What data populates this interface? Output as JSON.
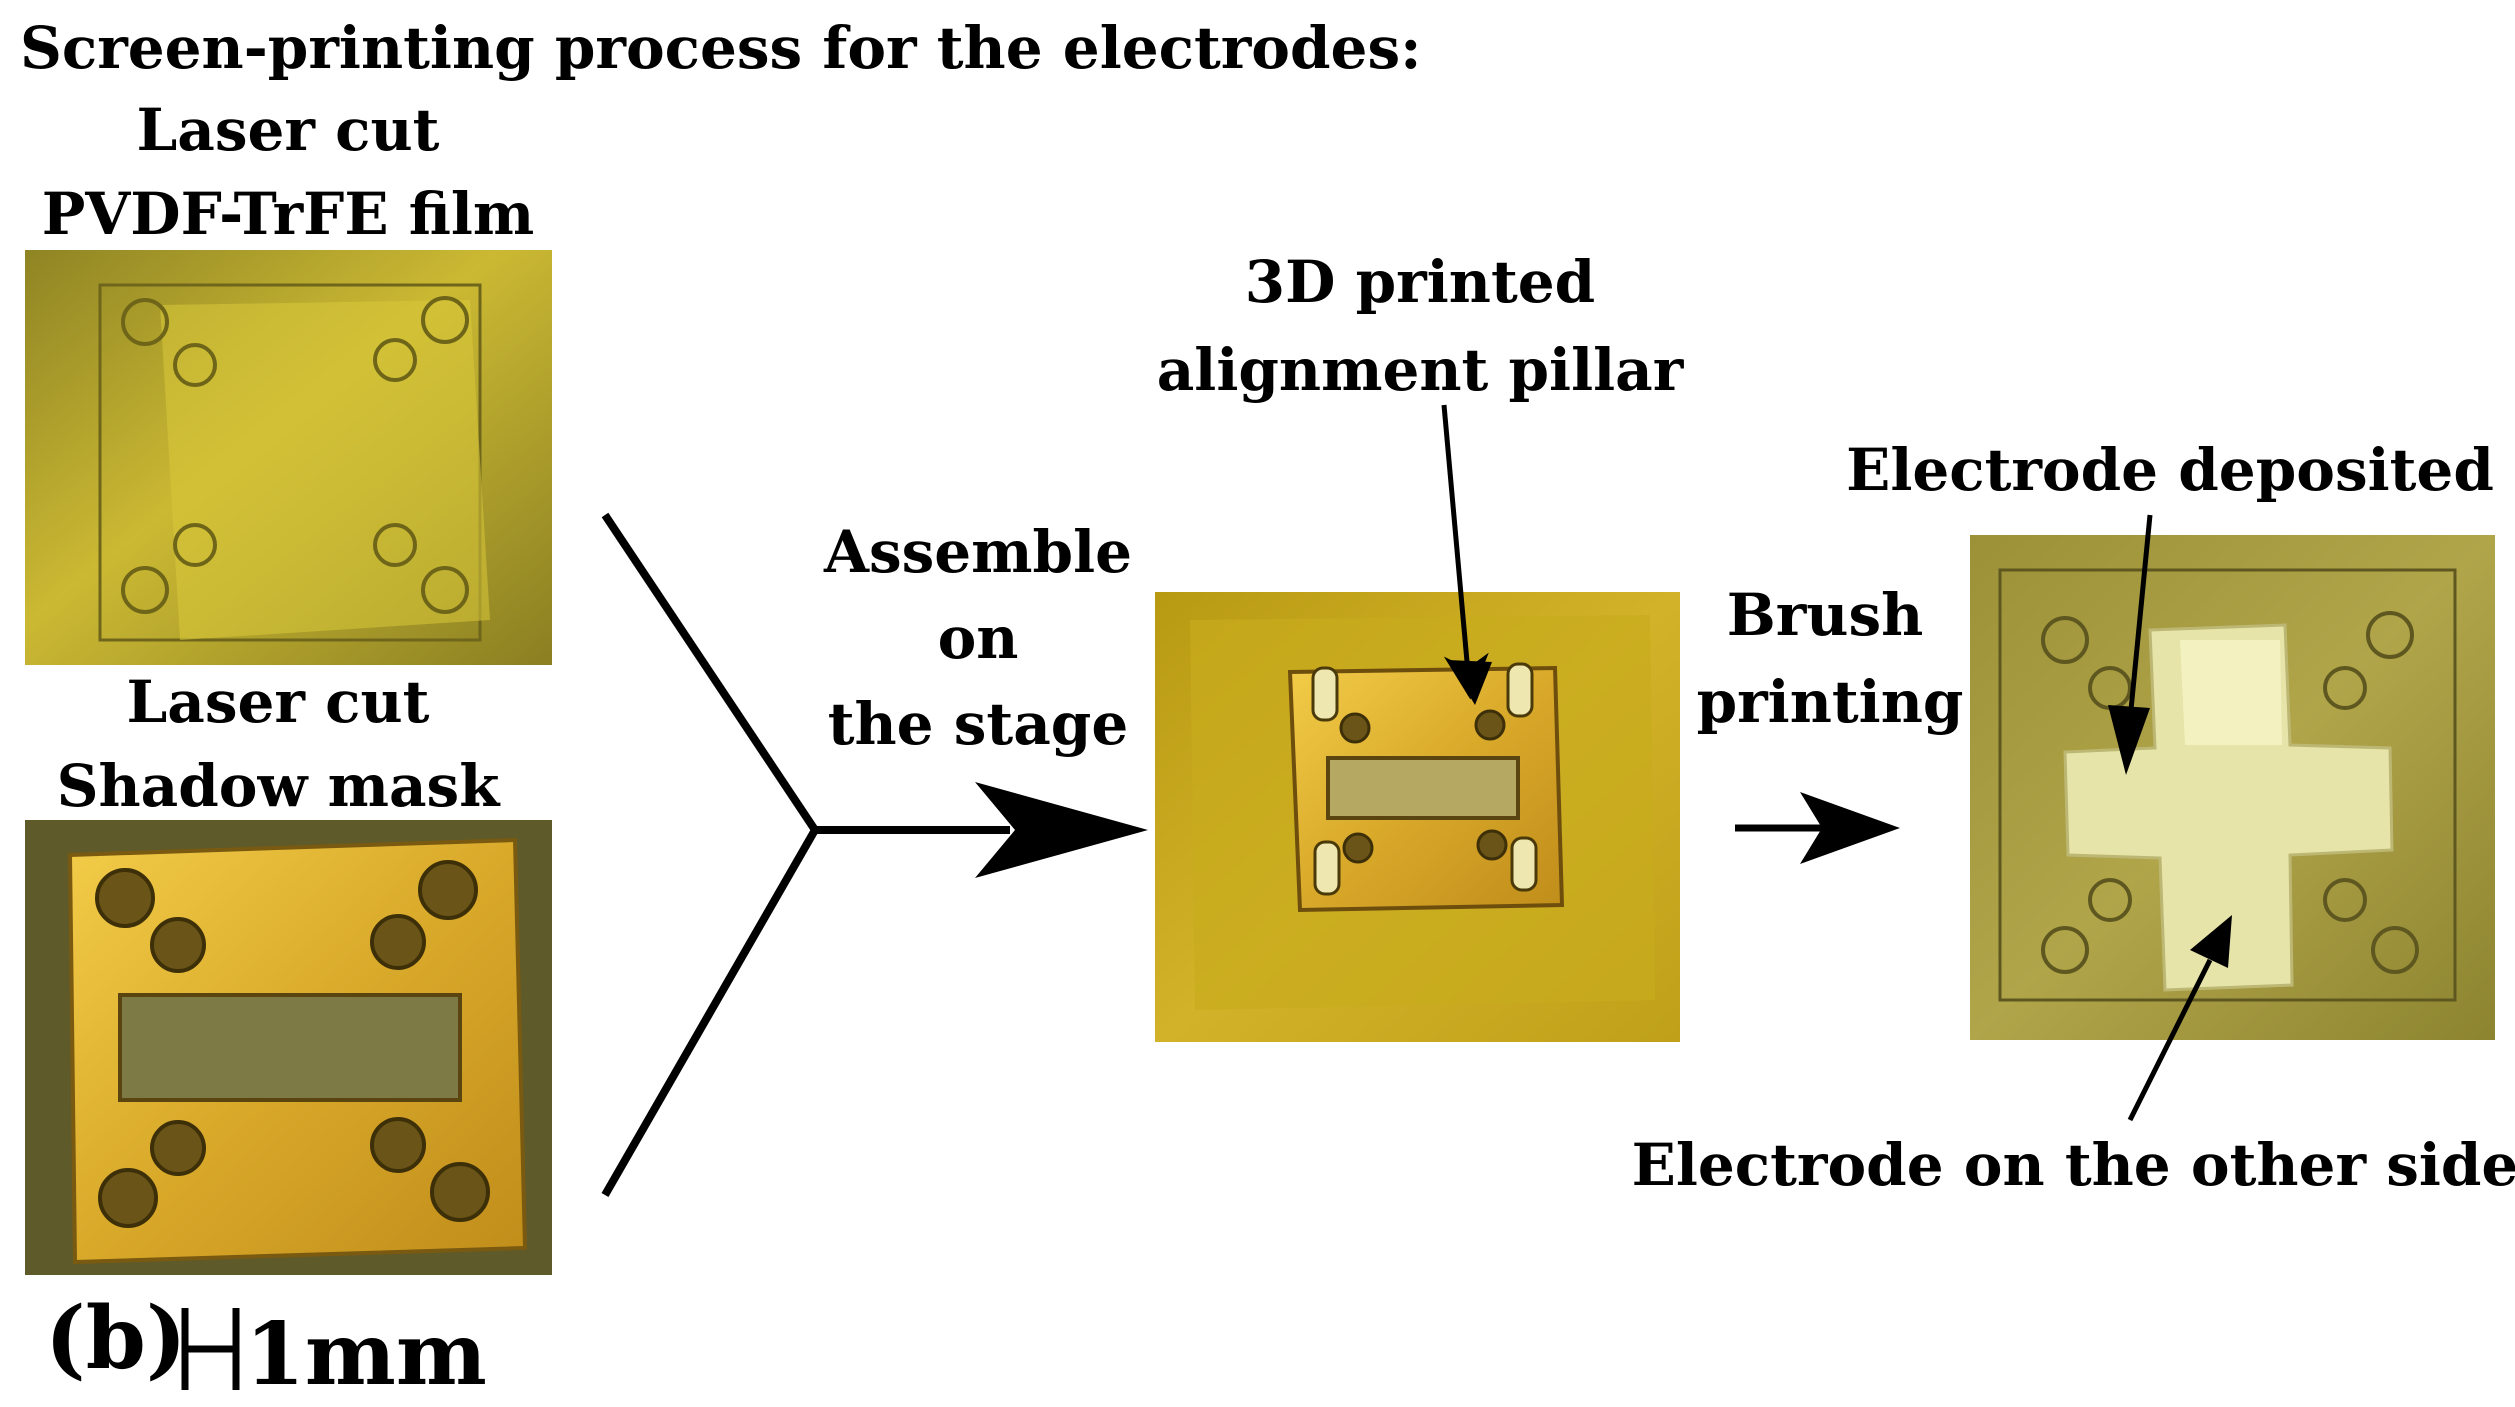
{
  "heading": "Screen-printing process for the electrodes:",
  "labels": {
    "film_line1": "Laser cut",
    "film_line2": "PVDF-TrFE film",
    "mask_line1": "Laser cut",
    "mask_line2": "Shadow mask",
    "assemble_line1": "Assemble",
    "assemble_line2": "on",
    "assemble_line3": "the stage",
    "pillar_line1": "3D printed",
    "pillar_line2": "alignment pillar",
    "brush_line1": "Brush",
    "brush_line2": "printing",
    "electrode_deposited": "Electrode deposited",
    "electrode_other_side": "Electrode on the other side"
  },
  "panel_label": "(b)",
  "scale_bar": "1mm",
  "colors": {
    "background": "#ffffff",
    "film": "#a89a2a",
    "film_light": "#d8c83a",
    "mask_gold": "#e0b830",
    "stage": "#c6a514",
    "electrode": "#ecebb8",
    "arrow": "#000000"
  }
}
